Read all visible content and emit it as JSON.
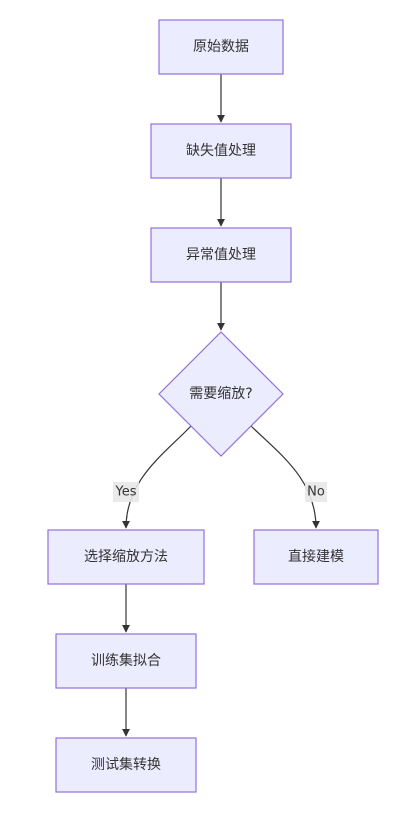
{
  "flowchart": {
    "nodes": {
      "raw_data": "原始数据",
      "missing_values": "缺失值处理",
      "outliers": "异常值处理",
      "need_scaling": "需要缩放?",
      "choose_scaling": "选择缩放方法",
      "direct_modeling": "直接建模",
      "fit_train": "训练集拟合",
      "transform_test": "测试集转换"
    },
    "edges": {
      "yes_label": "Yes",
      "no_label": "No"
    }
  },
  "colors": {
    "node_fill": "#ececff",
    "node_stroke": "#9370db",
    "edge": "#333333",
    "edge_label_bg": "#e8e8e8"
  }
}
